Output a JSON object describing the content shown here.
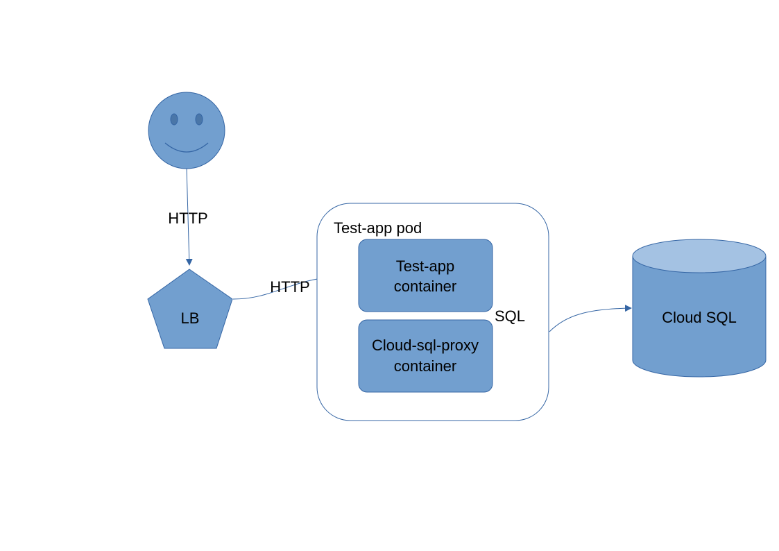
{
  "colors": {
    "shape_fill": "#729fcf",
    "shape_stroke": "#3465a4",
    "cylinder_top": "#a4c2e3",
    "face_feature": "#4a76a8",
    "connector": "#3465a4",
    "text": "#000000",
    "background": "#ffffff"
  },
  "nodes": {
    "user": {
      "icon": "smiley-face-icon"
    },
    "lb": {
      "label": "LB"
    },
    "pod": {
      "label": "Test-app pod"
    },
    "app_container": {
      "label_line1": "Test-app",
      "label_line2": "container"
    },
    "proxy_container": {
      "label_line1": "Cloud-sql-proxy",
      "label_line2": "container"
    },
    "cloud_sql": {
      "label": "Cloud SQL"
    }
  },
  "edges": {
    "user_to_lb": {
      "label": "HTTP"
    },
    "lb_to_app": {
      "label": "HTTP"
    },
    "app_to_proxy": {
      "label": "SQL"
    },
    "pod_to_sql": {
      "label": ""
    }
  }
}
